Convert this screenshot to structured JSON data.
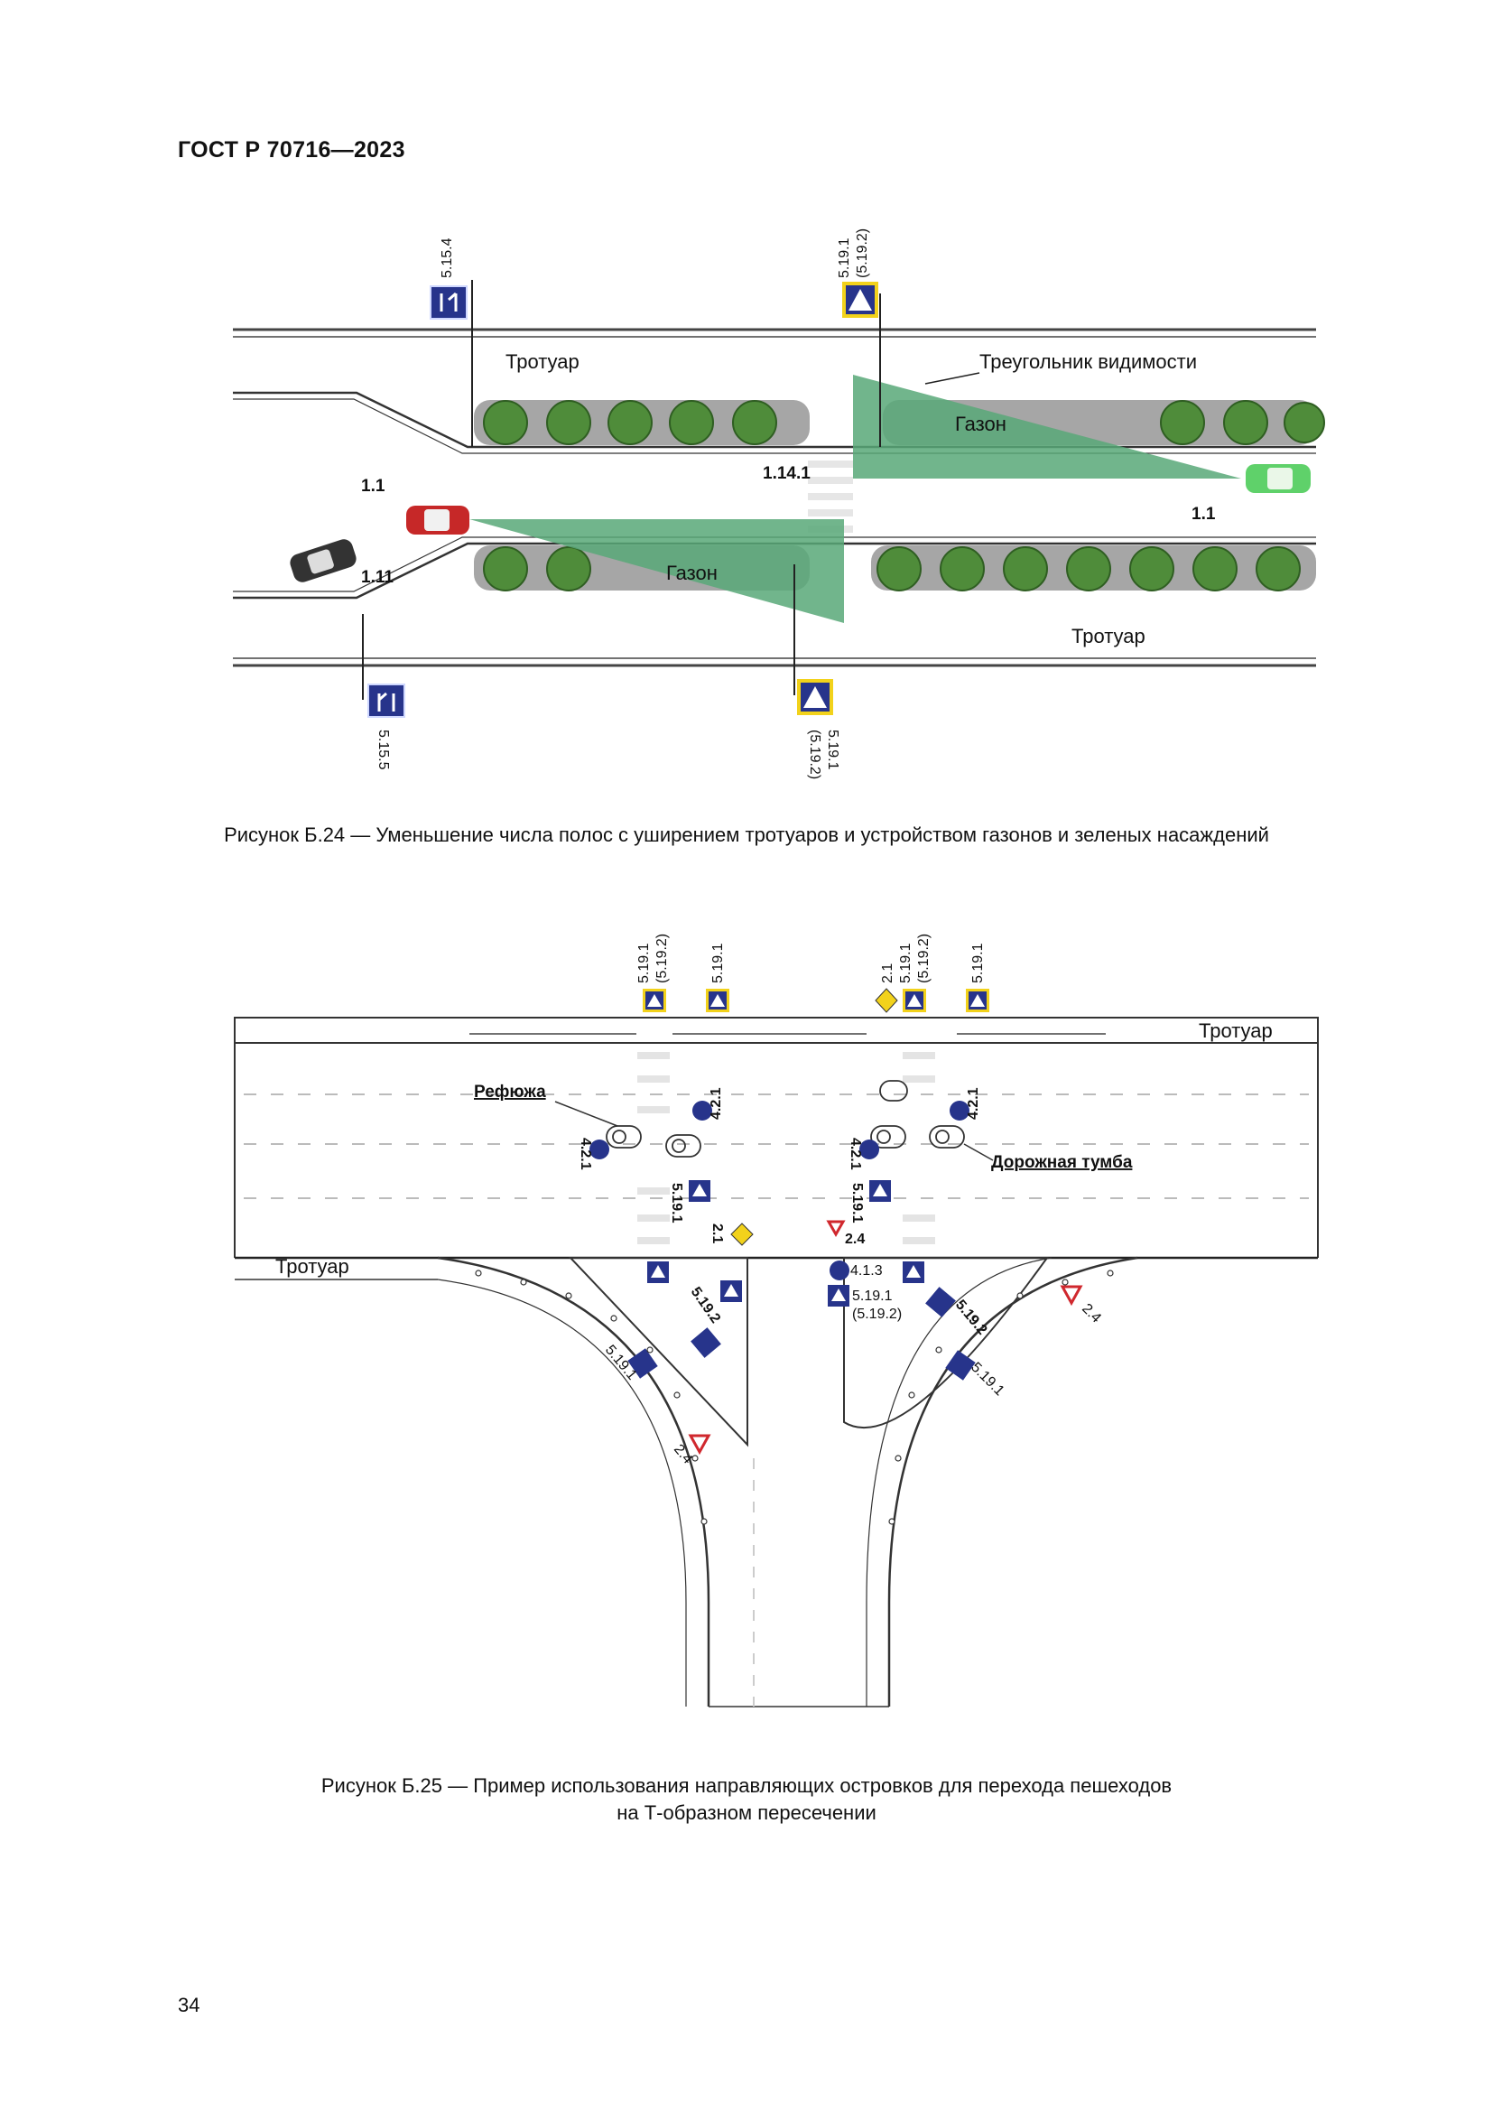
{
  "header": {
    "standard": "ГОСТ Р 70716—2023"
  },
  "figure_b24": {
    "labels": {
      "sidewalk_top": "Тротуар",
      "sidewalk_bottom": "Тротуар",
      "visibility_triangle": "Треугольник видимости",
      "lawn_top": "Газон",
      "lawn_bottom": "Газон",
      "marking_1_1_left": "1.1",
      "marking_1_11": "1.11",
      "marking_1_14_1": "1.14.1",
      "marking_1_1_right": "1.1"
    },
    "signs": {
      "s5_15_4": "5.15.4",
      "s5_15_5": "5.15.5",
      "s5_19_top_a": "5.19.1",
      "s5_19_top_b": "(5.19.2)",
      "s5_19_bottom_a": "5.19.1",
      "s5_19_bottom_b": "(5.19.2)"
    },
    "caption": "Рисунок Б.24 — Уменьшение числа полос с уширением тротуаров и устройством газонов и зеленых насаждений"
  },
  "figure_b25": {
    "labels": {
      "sidewalk_top": "Тротуар",
      "sidewalk_left": "Тротуар",
      "refuge": "Рефюжа",
      "bollard": "Дорожная тумба"
    },
    "signs": {
      "t1a": "5.19.1",
      "t1b": "(5.19.2)",
      "t2": "5.19.1",
      "t3": "2.1",
      "t4a": "5.19.1",
      "t4b": "(5.19.2)",
      "t5": "5.19.1",
      "s4_2_1_a": "4.2.1",
      "s4_2_1_b": "4.2.1",
      "s4_2_1_c": "4.2.1",
      "s4_2_1_d": "4.2.1",
      "s5_19_1_a": "5.19.1",
      "s5_19_1_b": "5.19.1",
      "s2_1_mid": "2.1",
      "s2_4_a": "2.4",
      "s4_1_3": "4.1.3",
      "s5_19_1_c": "5.19.1",
      "s5_19_2_c": "(5.19.2)",
      "s5_19_2_d": "5.19.2",
      "s5_19_2_e": "5.19.2",
      "s5_19_1_e": "5.19.1",
      "s5_19_1_f": "5.19.1",
      "s2_4_b": "2.4",
      "s2_4_c": "2.4"
    },
    "caption_line1": "Рисунок Б.25 — Пример использования направляющих островков для перехода пешеходов",
    "caption_line2": "на Т-образном пересечении"
  },
  "page_number": "34",
  "colors": {
    "lawn": "#58a878",
    "sign_blue": "#27348b",
    "sign_yellow": "#f2d21b",
    "warn_red": "#d0282e"
  }
}
